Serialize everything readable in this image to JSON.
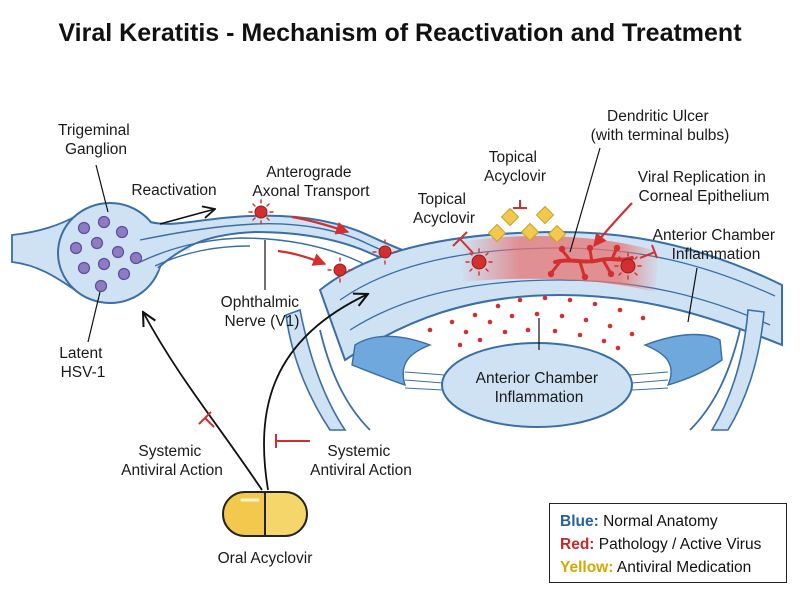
{
  "title": "Viral Keratitis - Mechanism of Reactivation and Treatment",
  "labels": {
    "trigeminal_ganglion": [
      "Trigeminal",
      "Ganglion"
    ],
    "reactivation": "Reactivation",
    "anterograde": [
      "Anterograde",
      "Axonal Transport"
    ],
    "latent_hsv": [
      "Latent",
      "HSV-1"
    ],
    "ophthalmic_nerve": [
      "Ophthalmic",
      "Nerve (V1)"
    ],
    "topical_acyclovir_1": [
      "Topical",
      "Acyclovir"
    ],
    "topical_acyclovir_2": [
      "Topical",
      "Acyclovir"
    ],
    "dendritic_ulcer": [
      "Dendritic Ulcer",
      "(with terminal bulbs)"
    ],
    "viral_replication": [
      "Viral Replication in",
      "Corneal Epithelium"
    ],
    "anterior_chamber_right": [
      "Anterior Chamber",
      "Inflammation"
    ],
    "anterior_chamber_center": [
      "Anterior Chamber",
      "Inflammation"
    ],
    "systemic_left": [
      "Systemic",
      "Antiviral Action"
    ],
    "systemic_right": [
      "Systemic",
      "Antiviral Action"
    ],
    "oral_acyclovir": "Oral Acyclovir"
  },
  "legend": [
    {
      "key": "Blue:",
      "text": "Normal Anatomy",
      "color": "#2a5f9e"
    },
    {
      "key": "Red:",
      "text": "Pathology / Active Virus",
      "color": "#c62828"
    },
    {
      "key": "Yellow:",
      "text": "Antiviral Medication",
      "color": "#d4a800"
    }
  ],
  "colors": {
    "anatomy_fill": "#cfe2f3",
    "anatomy_stroke": "#3a6ea5",
    "pathology": "#d32f2f",
    "medication": "#f2c94c",
    "virus": "#8e7cc3"
  }
}
